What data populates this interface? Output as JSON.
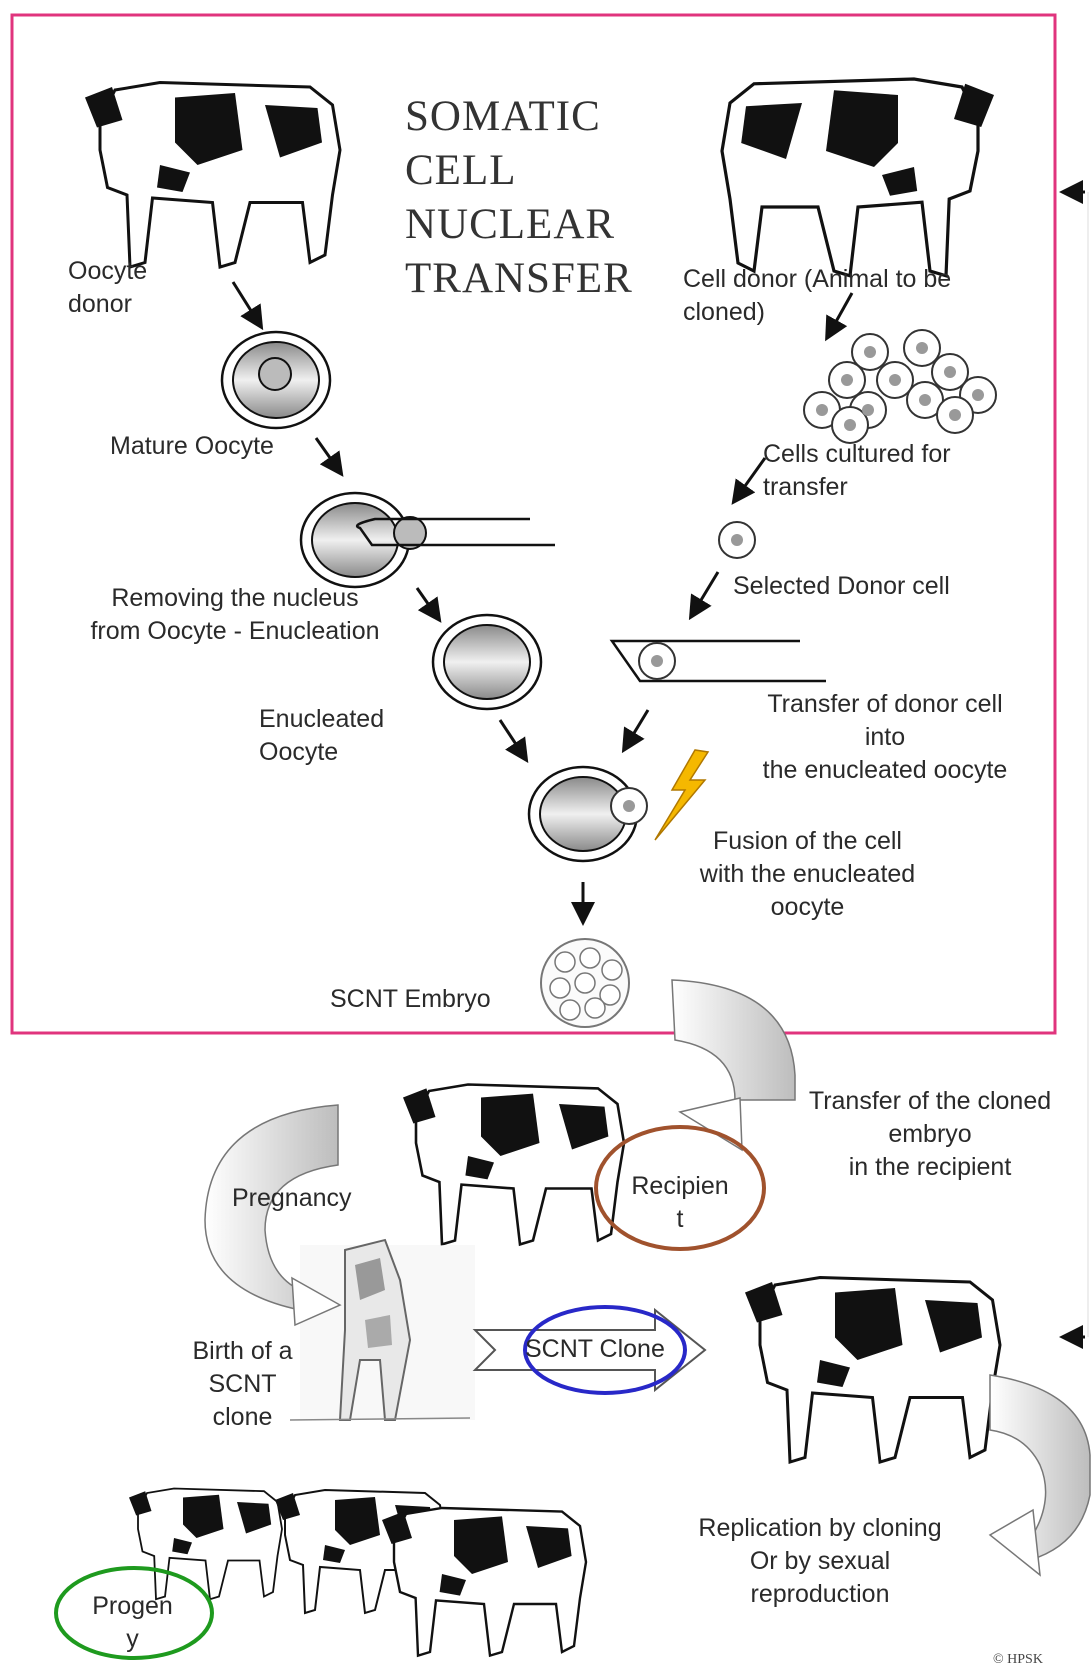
{
  "title": [
    "SOMATIC",
    "CELL",
    "NUCLEAR",
    "TRANSFER"
  ],
  "labels": {
    "oocyte_donor": [
      "Oocyte",
      "donor"
    ],
    "cell_donor": [
      "Cell donor (Animal to be",
      "cloned)"
    ],
    "mature_oocyte": "Mature Oocyte",
    "cells_cultured": [
      "Cells cultured for",
      "transfer"
    ],
    "removing_nucleus": [
      "Removing the nucleus",
      "from Oocyte - Enucleation"
    ],
    "selected_donor_cell": "Selected Donor cell",
    "enucleated_oocyte": [
      "Enucleated",
      "Oocyte"
    ],
    "transfer_donor_cell": [
      "Transfer of donor cell",
      "into",
      "the enucleated oocyte"
    ],
    "fusion": [
      "Fusion of the cell",
      "with the enucleated",
      "oocyte"
    ],
    "scnt_embryo": "SCNT Embryo",
    "transfer_cloned_embryo": [
      "Transfer of the cloned",
      "embryo",
      "in the recipient"
    ],
    "recipient": [
      "Recipien",
      "t"
    ],
    "pregnancy": "Pregnancy",
    "birth": [
      "Birth of a",
      "SCNT",
      "clone"
    ],
    "scnt_clone": "SCNT Clone",
    "replication": [
      "Replication by cloning",
      "Or by sexual",
      "reproduction"
    ],
    "progeny": [
      "Progen",
      "y"
    ],
    "copyright": "© HPSK"
  },
  "colors": {
    "frame": "#e0347d",
    "recipient_ring": "#a0522d",
    "clone_ring": "#2828c8",
    "progeny_ring": "#1e9a1e",
    "bolt": "#f5b800",
    "curved_arrow": "#c8c8c8"
  }
}
